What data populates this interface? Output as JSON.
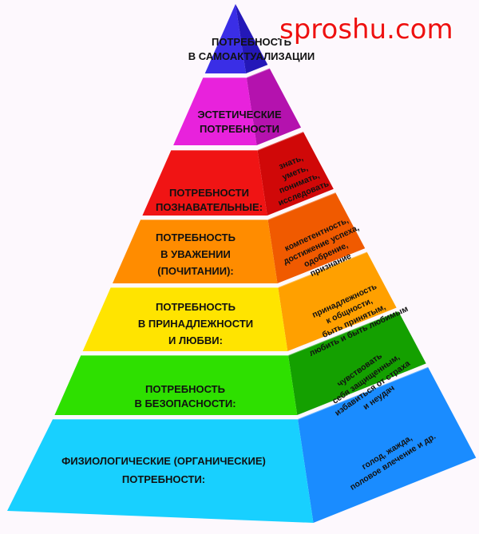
{
  "watermark": "sproshu.com",
  "levels": [
    {
      "front_lines": [
        "ПОТРЕБНОСТЬ",
        "В САМОАКТУАЛИЗАЦИИ"
      ],
      "side_lines": [],
      "front_color": "#3a2ee6",
      "side_color": "#2418b8"
    },
    {
      "front_lines": [
        "ЭСТЕТИЧЕСКИЕ",
        "ПОТРЕБНОСТИ"
      ],
      "side_lines": [],
      "front_color": "#e822dc",
      "side_color": "#b412ae"
    },
    {
      "front_lines": [
        "ПОТРЕБНОСТИ",
        "ПОЗНАВАТЕЛЬНЫЕ:"
      ],
      "side_lines": [
        "знать,",
        "уметь,",
        "понимать,",
        "исследовать"
      ],
      "front_color": "#f01414",
      "side_color": "#d00808"
    },
    {
      "front_lines": [
        "ПОТРЕБНОСТЬ",
        "В УВАЖЕНИИ",
        "(ПОЧИТАНИИ):"
      ],
      "side_lines": [
        "компетентность,",
        "достижение успеха,",
        "одобрение,",
        "признание"
      ],
      "front_color": "#ff8c00",
      "side_color": "#f05a00"
    },
    {
      "front_lines": [
        "ПОТРЕБНОСТЬ",
        "В ПРИНАДЛЕЖНОСТИ",
        "И ЛЮБВИ:"
      ],
      "side_lines": [
        "принадлежность",
        "к общности,",
        "быть принятым,",
        "любить и быть любимым"
      ],
      "front_color": "#ffe400",
      "side_color": "#ffa000"
    },
    {
      "front_lines": [
        "ПОТРЕБНОСТЬ",
        "В БЕЗОПАСНОСТИ:"
      ],
      "side_lines": [
        "чувствовать",
        "себя защищенным,",
        "избавиться от страха",
        "и неудач"
      ],
      "front_color": "#2ee000",
      "side_color": "#14a000"
    },
    {
      "front_lines": [
        "ФИЗИОЛОГИЧЕСКИЕ (ОРГАНИЧЕСКИЕ)",
        "ПОТРЕБНОСТИ:"
      ],
      "side_lines": [
        "голод, жажда,",
        "половое влечение и др."
      ],
      "front_color": "#18d0ff",
      "side_color": "#1a8cff"
    }
  ]
}
